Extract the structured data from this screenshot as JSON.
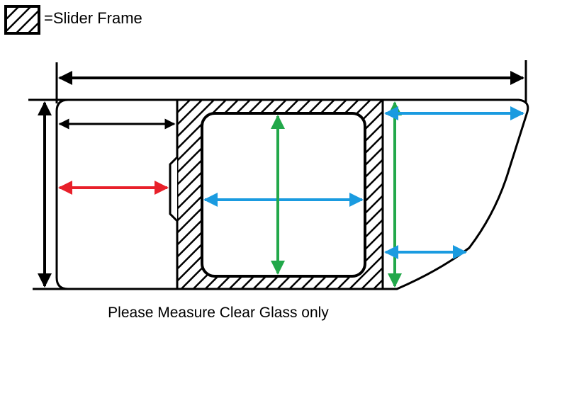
{
  "legend": {
    "label": "=Slider Frame",
    "swatch": "hatched-square"
  },
  "caption": "Please Measure Clear Glass only",
  "colors": {
    "outline": "#000000",
    "red_arrow": "#e8202a",
    "blue_arrow": "#1a9be0",
    "green_arrow": "#22a84a",
    "hatch": "#000000"
  },
  "arrows": [
    {
      "name": "overall-width-arrow",
      "color": "black"
    },
    {
      "name": "overall-height-arrow",
      "color": "black"
    },
    {
      "name": "left-pane-top-width-arrow",
      "color": "black"
    },
    {
      "name": "left-pane-width-arrow",
      "color": "red"
    },
    {
      "name": "slider-glass-width-arrow",
      "color": "blue"
    },
    {
      "name": "slider-glass-height-arrow",
      "color": "green"
    },
    {
      "name": "right-pane-height-arrow",
      "color": "green"
    },
    {
      "name": "right-pane-top-width-arrow",
      "color": "blue"
    },
    {
      "name": "right-pane-bottom-width-arrow",
      "color": "blue"
    }
  ]
}
